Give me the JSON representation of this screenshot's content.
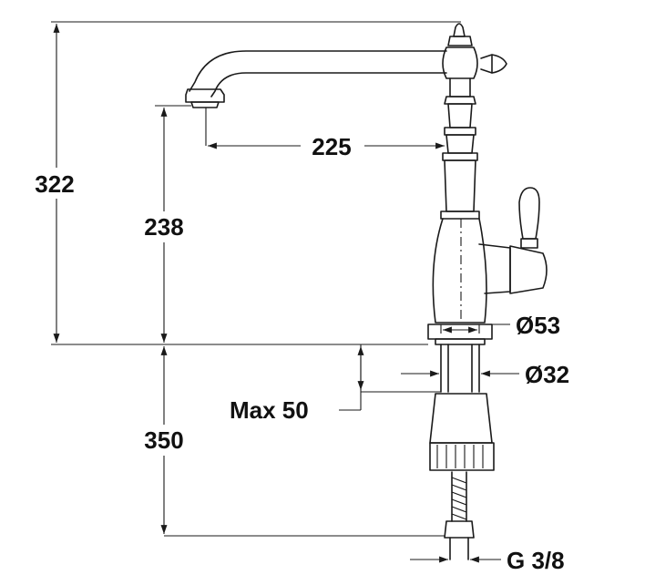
{
  "dimensions": {
    "total_height": "322",
    "spout_height": "238",
    "spout_reach": "225",
    "base_diameter": "Ø53",
    "body_diameter": "Ø32",
    "max_deck": "Max 50",
    "below_deck": "350",
    "connection": "G 3/8"
  }
}
